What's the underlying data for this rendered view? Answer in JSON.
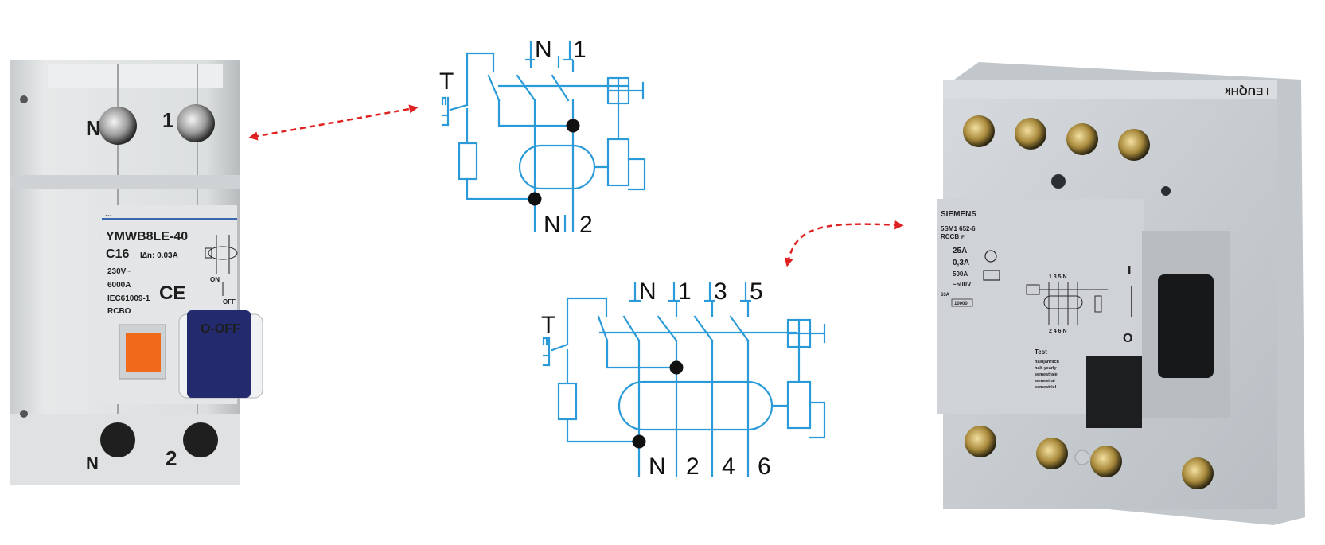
{
  "colors": {
    "wire": "#2a9bd8",
    "arrow": "#e02020",
    "device_body": "#d9dcde",
    "device_shadow": "#a9adb0",
    "handle_dark": "#232a6e",
    "test_button": "#f06a1a",
    "siemens_body": "#c9ced2"
  },
  "device_left": {
    "terminal_top_n": "N",
    "terminal_top_1": "1",
    "terminal_bottom_n": "N",
    "terminal_bottom_2": "2",
    "brand_plate": "...",
    "model": "YMWB8LE-40",
    "rating": "C16",
    "residual": "I∆n: 0.03A",
    "voltage": "230V~",
    "breaking": "6000A",
    "standard": "IEC61009-1",
    "type": "RCBO",
    "ce_mark": "CE",
    "on_label": "ON",
    "off_label": "OFF",
    "handle_label": "O-OFF",
    "test_icon": "test-button"
  },
  "diagram_top": {
    "label_t": "T",
    "top_terminals": [
      "N",
      "1"
    ],
    "bottom_terminals": [
      "N",
      "2"
    ]
  },
  "diagram_bottom": {
    "label_t": "T",
    "top_terminals": [
      "N",
      "1",
      "3",
      "5"
    ],
    "bottom_terminals": [
      "N",
      "2",
      "4",
      "6"
    ]
  },
  "device_right": {
    "brand": "SIEMENS",
    "part": "5SM1 652-6",
    "kind": "RCCB",
    "kind_suffix": "FI",
    "in": "25A",
    "idn": "0,3A",
    "im": "500A",
    "un": "~500V",
    "sticker": "10000",
    "rating_small": "63A",
    "test_title": "Test",
    "test_lines": [
      "halbjährlich",
      "half-yearly",
      "semestrale",
      "semestral",
      "semestriel"
    ],
    "on_symbol": "I",
    "off_symbol": "O",
    "top_text": "I EUQHk",
    "schematic_top": "1 3 5 N",
    "schematic_bottom": "2 4 6 N"
  }
}
